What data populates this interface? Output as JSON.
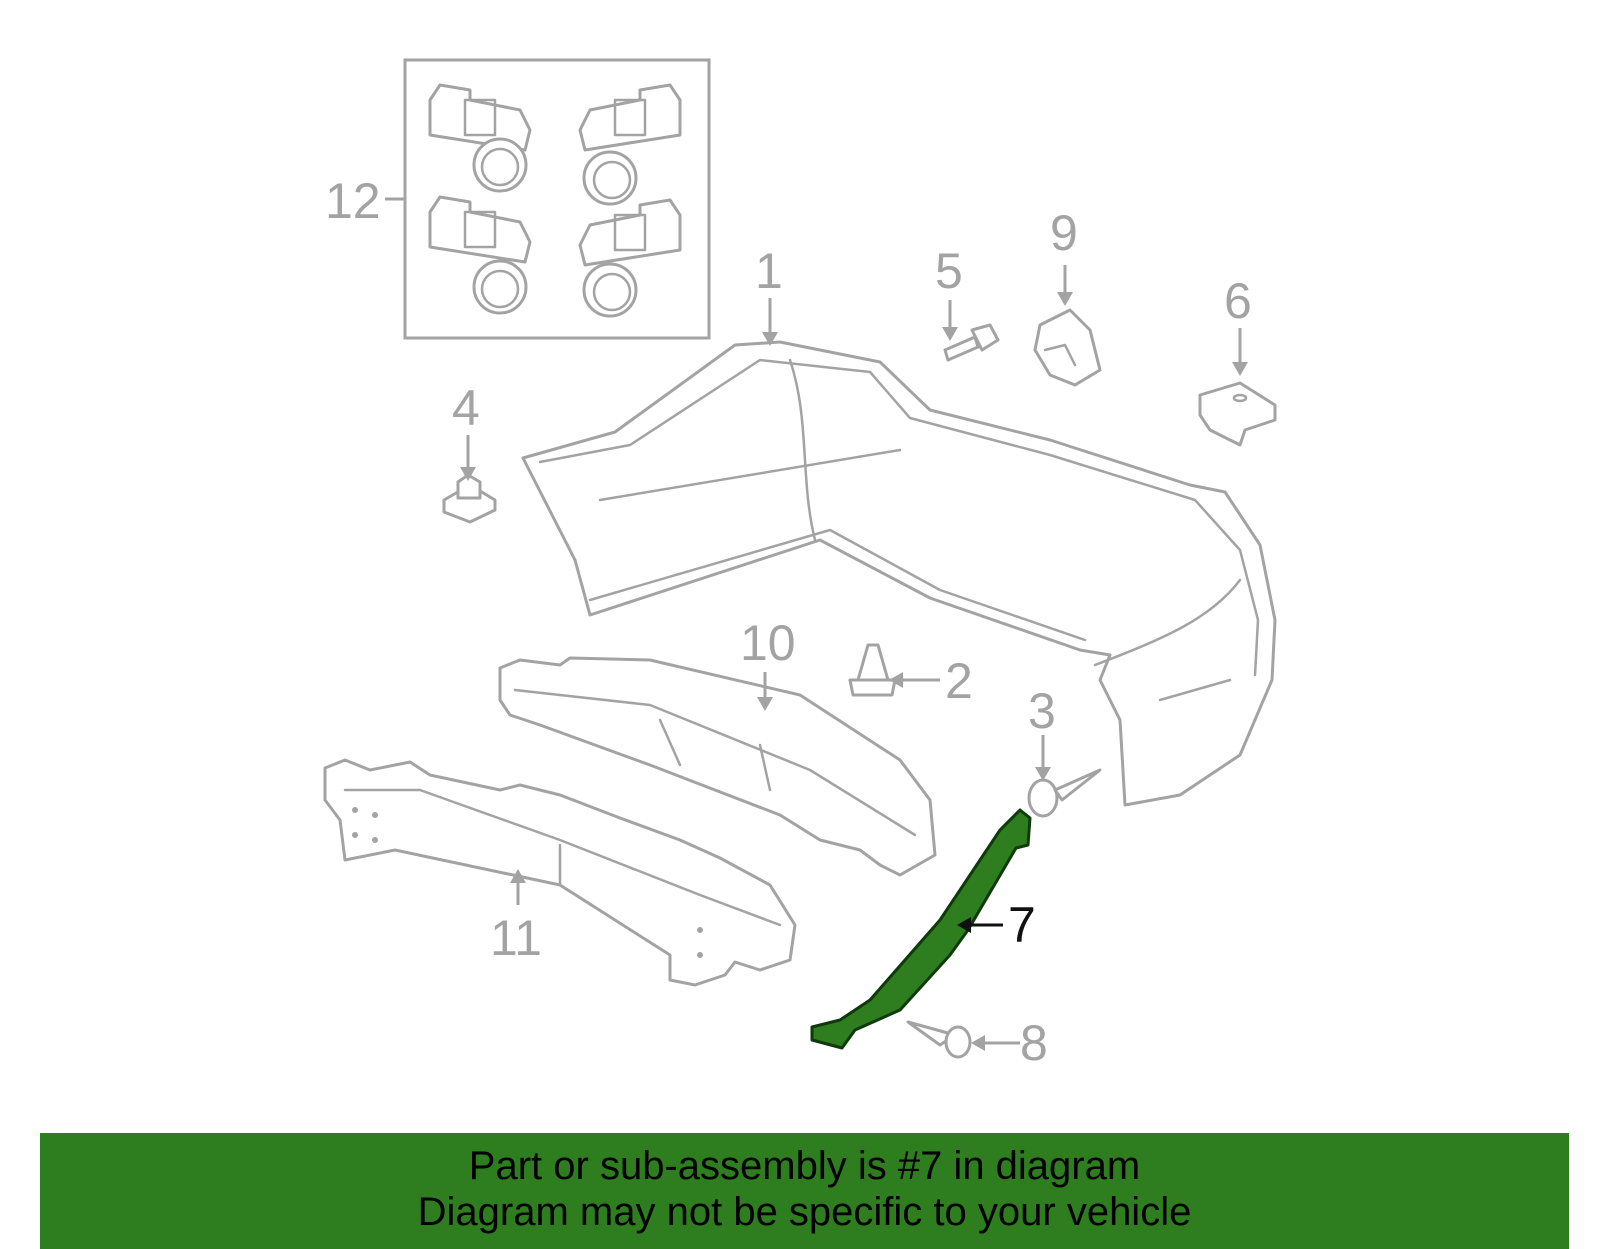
{
  "diagram": {
    "callouts": [
      {
        "id": "1",
        "label": "1"
      },
      {
        "id": "2",
        "label": "2"
      },
      {
        "id": "3",
        "label": "3"
      },
      {
        "id": "4",
        "label": "4"
      },
      {
        "id": "5",
        "label": "5"
      },
      {
        "id": "6",
        "label": "6"
      },
      {
        "id": "7",
        "label": "7"
      },
      {
        "id": "8",
        "label": "8"
      },
      {
        "id": "9",
        "label": "9"
      },
      {
        "id": "10",
        "label": "10"
      },
      {
        "id": "11",
        "label": "11"
      },
      {
        "id": "12",
        "label": "12"
      }
    ],
    "highlighted_part": "7",
    "highlight_color": "#2e7d1f",
    "line_color": "#a3a3a3"
  },
  "banner": {
    "line1": "Part or sub-assembly is #7 in diagram",
    "line2": "Diagram may not be specific to your vehicle",
    "background": "#2e7d1f"
  }
}
